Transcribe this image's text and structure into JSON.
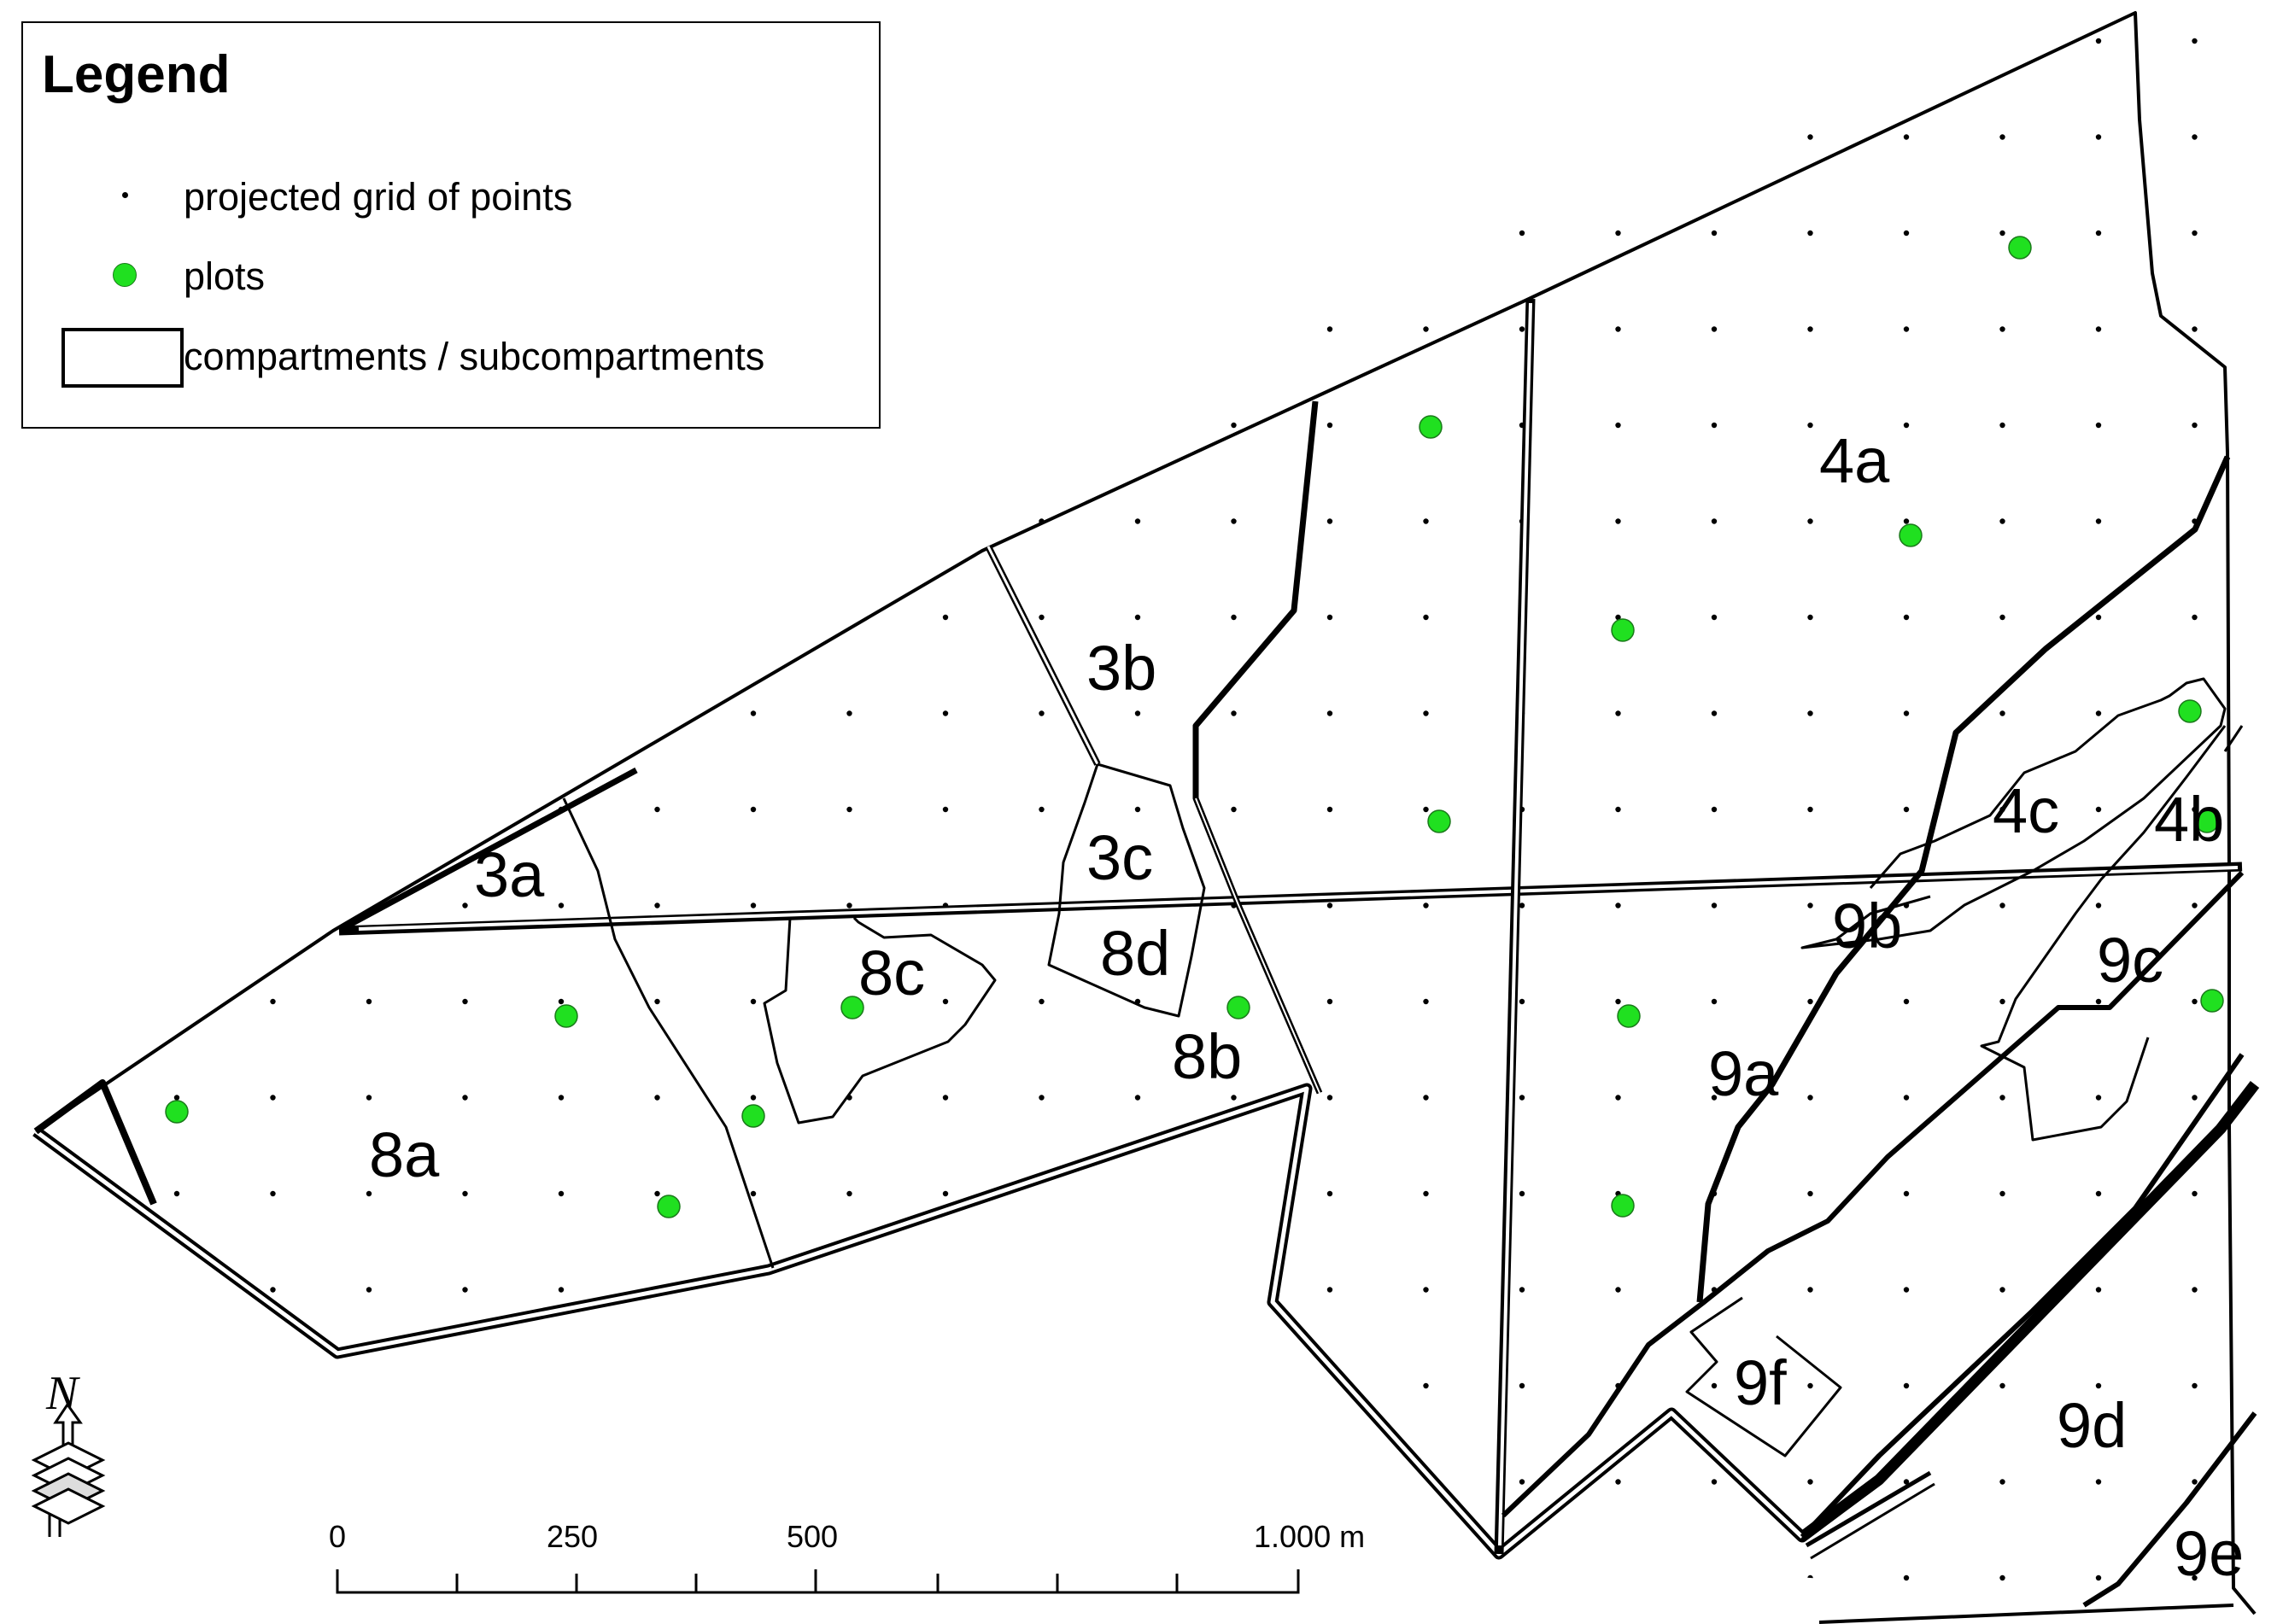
{
  "legend": {
    "title": "Legend",
    "items": [
      {
        "label": "projected grid of points",
        "symbol": "small-black-dot"
      },
      {
        "label": "plots",
        "symbol": "green-circle"
      },
      {
        "label": "compartments / subcompartments",
        "symbol": "outline-rectangle"
      }
    ]
  },
  "compartments": [
    "3a",
    "3b",
    "3c",
    "4a",
    "4b",
    "4c",
    "8a",
    "8b",
    "8c",
    "8d",
    "9a",
    "9b",
    "9c",
    "9d",
    "9e",
    "9f"
  ],
  "scale_bar": {
    "labels": [
      "0",
      "250",
      "500",
      "1.000 m"
    ]
  },
  "north_arrow": {
    "label": "N"
  },
  "colors": {
    "plot_fill": "#20e020",
    "boundary": "#000000",
    "background": "#ffffff"
  }
}
